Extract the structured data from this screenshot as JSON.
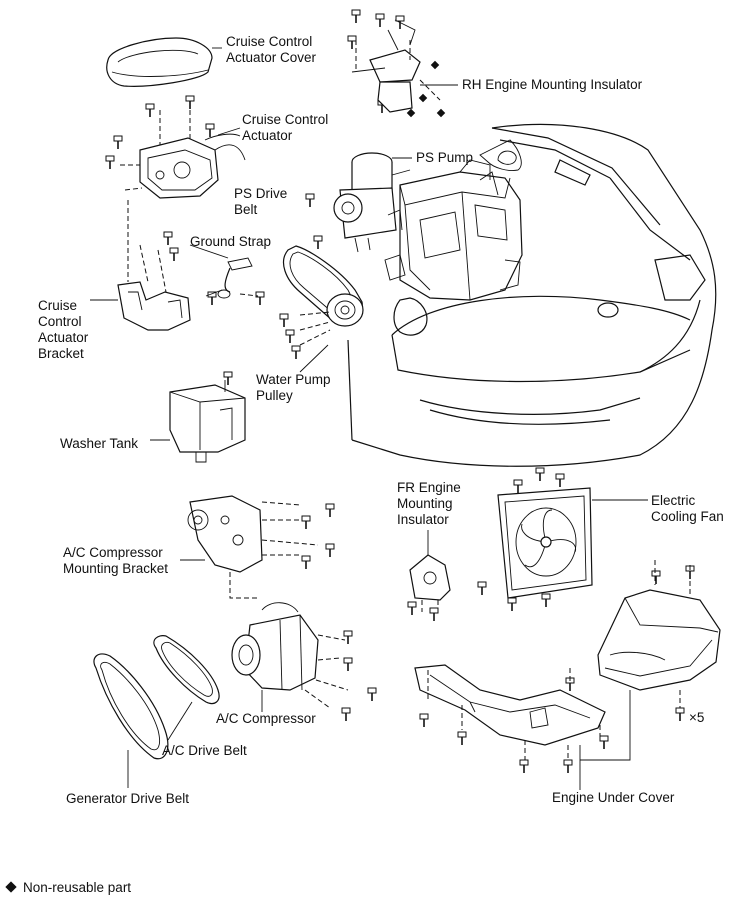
{
  "labels": {
    "cruise_control_actuator_cover": [
      "Cruise Control",
      "Actuator Cover"
    ],
    "rh_engine_mounting_insulator": [
      "RH Engine Mounting Insulator"
    ],
    "cruise_control_actuator": [
      "Cruise Control",
      "Actuator"
    ],
    "ps_pump": [
      "PS Pump"
    ],
    "ps_drive_belt": [
      "PS Drive",
      "Belt"
    ],
    "ground_strap": [
      "Ground Strap"
    ],
    "cruise_control_actuator_bracket": [
      "Cruise",
      "Control",
      "Actuator",
      "Bracket"
    ],
    "water_pump_pulley": [
      "Water Pump",
      "Pulley"
    ],
    "washer_tank": [
      "Washer Tank"
    ],
    "fr_engine_mounting_insulator": [
      "FR Engine",
      "Mounting",
      "Insulator"
    ],
    "electric_cooling_fan": [
      "Electric",
      "Cooling Fan"
    ],
    "ac_compressor_mounting_bracket": [
      "A/C Compressor",
      "Mounting Bracket"
    ],
    "ac_compressor": [
      "A/C Compressor"
    ],
    "ac_drive_belt": [
      "A/C Drive Belt"
    ],
    "generator_drive_belt": [
      "Generator Drive Belt"
    ],
    "engine_under_cover": [
      "Engine Under Cover"
    ],
    "times_five": [
      "×5"
    ]
  },
  "legend": {
    "text": "Non-reusable part"
  },
  "icons": {
    "non_reusable_marker": "filled-diamond-icon"
  }
}
